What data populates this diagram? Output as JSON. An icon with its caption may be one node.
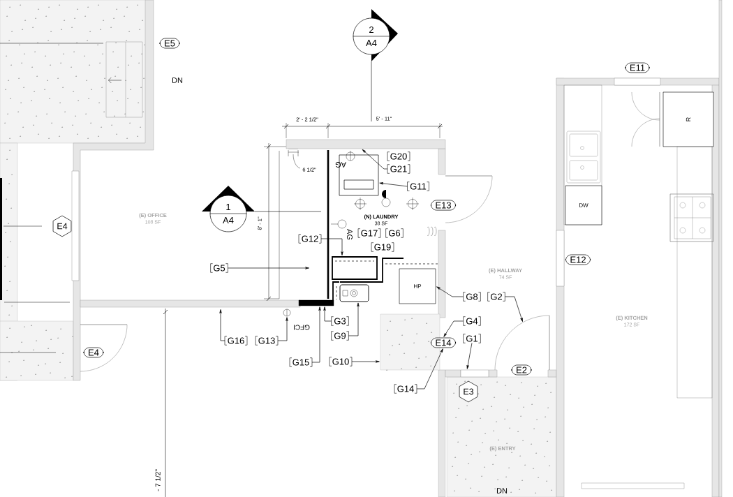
{
  "diagram": {
    "nodes": [
      {
        "text": [
          "2",
          "A4"
        ]
      },
      {
        "text": [
          "E5"
        ]
      },
      {
        "text": [
          "E11"
        ]
      },
      {
        "text": [
          "R"
        ]
      },
      {
        "text": [
          "G20"
        ]
      },
      {
        "text": [
          "G21"
        ]
      },
      {
        "text": [
          "G11"
        ]
      },
      {
        "text": [
          "DW"
        ]
      },
      {
        "text": [
          "E13"
        ]
      },
      {
        "text": [
          "1",
          "A4"
        ]
      },
      {
        "text": [
          "E4"
        ]
      },
      {
        "text": [
          "G17"
        ]
      },
      {
        "text": [
          "G6"
        ]
      },
      {
        "text": [
          "G12"
        ]
      },
      {
        "text": [
          "G19"
        ]
      },
      {
        "text": [
          "E12"
        ]
      },
      {
        "text": [
          "G5"
        ]
      },
      {
        "text": [
          "HP"
        ]
      },
      {
        "text": [
          "G8"
        ]
      },
      {
        "text": [
          "G2"
        ]
      },
      {
        "text": [
          "G4"
        ]
      },
      {
        "text": [
          "G3"
        ]
      },
      {
        "text": [
          "G9"
        ]
      },
      {
        "text": [
          "G1"
        ]
      },
      {
        "text": [
          "G16"
        ]
      },
      {
        "text": [
          "G13"
        ]
      },
      {
        "text": [
          "E14"
        ]
      },
      {
        "text": [
          "E4"
        ]
      },
      {
        "text": [
          "G10"
        ]
      },
      {
        "text": [
          "G15"
        ]
      },
      {
        "text": [
          "E2"
        ]
      },
      {
        "text": [
          "E3"
        ]
      },
      {
        "text": [
          "G14"
        ]
      },
      {
        "text": [],
        "shape": "box"
      },
      {
        "text": [],
        "shape": "bar"
      },
      {
        "text": [],
        "shape": "box"
      },
      {
        "text": [],
        "shape": "bar"
      },
      {
        "text": [],
        "shape": "box"
      },
      {
        "text": [],
        "shape": "circle"
      },
      {
        "text": [],
        "shape": "box"
      },
      {
        "text": [],
        "shape": "box"
      },
      {
        "text": [],
        "shape": "arc"
      }
    ],
    "edges": [
      {
        "from": 5,
        "to": 34,
        "arrow": "to"
      },
      {
        "from": 6,
        "to": 33,
        "arrow": "to"
      },
      {
        "from": 13,
        "to": 35,
        "arrow": "to"
      },
      {
        "from": 16,
        "to": null,
        "arrow": "to"
      },
      {
        "from": 18,
        "to": 17,
        "arrow": "to"
      },
      {
        "from": 19,
        "to": 41,
        "arrow": "to"
      },
      {
        "from": 20,
        "to": 26,
        "arrow": "to"
      },
      {
        "from": 21,
        "to": 36,
        "arrow": "to"
      },
      {
        "from": 22,
        "to": 37,
        "arrow": "to"
      },
      {
        "from": 23,
        "to": 40,
        "arrow": "to"
      },
      {
        "from": 24,
        "to": null,
        "arrow": "to"
      },
      {
        "from": 25,
        "to": 38,
        "arrow": "to"
      },
      {
        "from": 28,
        "to": 39,
        "arrow": "to"
      },
      {
        "from": 29,
        "to": 36,
        "arrow": "to"
      },
      {
        "from": 32,
        "to": 26,
        "arrow": "to"
      }
    ],
    "labels": [
      "DN",
      "2' - 2 1/2\"",
      "5' - 11\"",
      "6 1/2\"",
      "AG",
      "(E) OFFICE",
      "108 SF",
      "8' - 1\"",
      "(N) LAUNDRY",
      "38 SF",
      "AG",
      "(E) HALLWAY",
      "74 SF",
      "(E) KITCHEN",
      "172 SF",
      "GFCI",
      "(E) ENTRY",
      "- 7 1/2\"",
      "DN"
    ]
  }
}
